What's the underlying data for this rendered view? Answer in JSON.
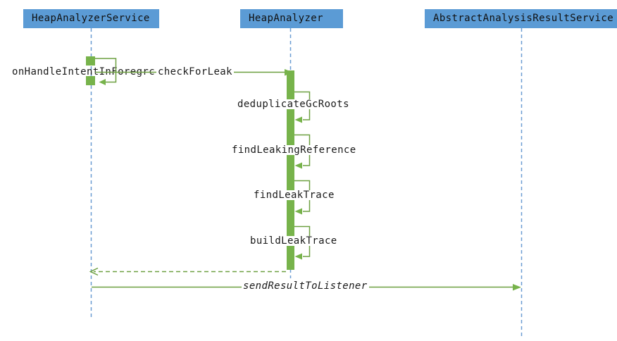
{
  "diagram": {
    "type": "sequence-diagram",
    "participants": [
      {
        "name": "HeapAnalyzerService"
      },
      {
        "name": "HeapAnalyzer"
      },
      {
        "name": "AbstractAnalysisResultService"
      }
    ],
    "messages": {
      "self_call_service": "onHandleIntentInForegrc",
      "check_for_leak": "checkForLeak",
      "analyzer_self_calls": [
        "deduplicateGcRoots",
        "findLeakingReference",
        "findLeakTrace",
        "buildLeakTrace"
      ],
      "send_result": "sendResultToListener"
    },
    "colors": {
      "participant_fill": "#5b9bd5",
      "lifeline": "#6b9dd2",
      "activation_fill": "#77b34b",
      "message_line": "#6da041",
      "text": "#1a1a1a"
    }
  }
}
